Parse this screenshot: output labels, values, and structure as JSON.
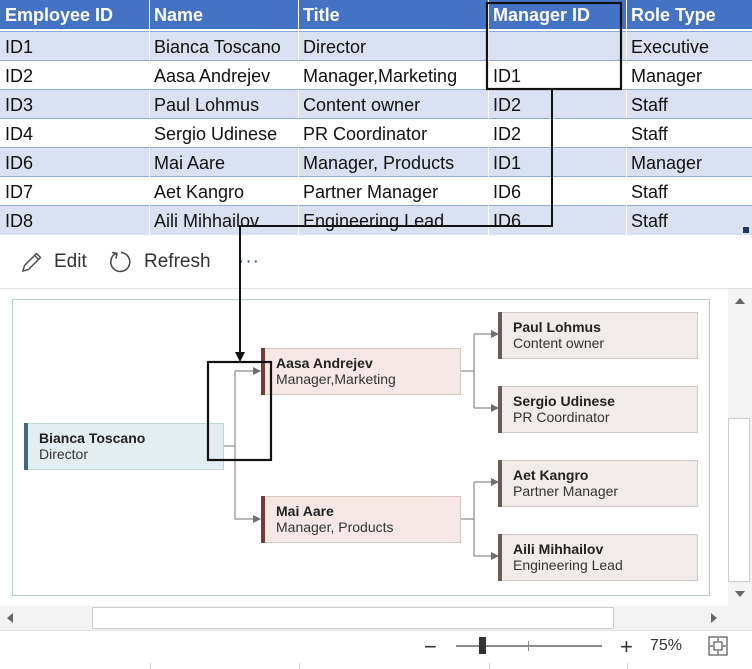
{
  "table": {
    "headers": [
      "Employee ID",
      "Name",
      "Title",
      "Manager ID",
      "Role Type"
    ],
    "rows": [
      [
        "ID1",
        "Bianca Toscano",
        "Director",
        "",
        "Executive"
      ],
      [
        "ID2",
        "Aasa Andrejev",
        "Manager,Marketing",
        "ID1",
        "Manager"
      ],
      [
        "ID3",
        "Paul Lohmus",
        "Content owner",
        "ID2",
        "Staff"
      ],
      [
        "ID4",
        "Sergio Udinese",
        "PR Coordinator",
        "ID2",
        "Staff"
      ],
      [
        "ID6",
        "Mai Aare",
        "Manager, Products",
        "ID1",
        "Manager"
      ],
      [
        "ID7",
        "Aet Kangro",
        "Partner Manager",
        "ID6",
        "Staff"
      ],
      [
        "ID8",
        "Aili Mihhailov",
        "Engineering Lead",
        "ID6",
        "Staff"
      ]
    ]
  },
  "toolbar": {
    "edit_label": "Edit",
    "refresh_label": "Refresh",
    "more_label": "···"
  },
  "orgchart": {
    "root": {
      "name": "Bianca Toscano",
      "title": "Director"
    },
    "managers": [
      {
        "name": "Aasa Andrejev",
        "title": "Manager,Marketing"
      },
      {
        "name": "Mai Aare",
        "title": "Manager, Products"
      }
    ],
    "staff": [
      {
        "name": "Paul Lohmus",
        "title": "Content owner"
      },
      {
        "name": "Sergio Udinese",
        "title": "PR Coordinator"
      },
      {
        "name": "Aet Kangro",
        "title": "Partner Manager"
      },
      {
        "name": "Aili Mihhailov",
        "title": "Engineering Lead"
      }
    ]
  },
  "zoom": {
    "minus": "−",
    "plus": "+",
    "percent": "75%"
  },
  "colors": {
    "header_bg": "#4472c4",
    "band_bg": "#d9e1f2",
    "root_accent": "#3d6b7a",
    "manager_accent": "#7a3a30",
    "staff_accent": "#6b5a55"
  }
}
